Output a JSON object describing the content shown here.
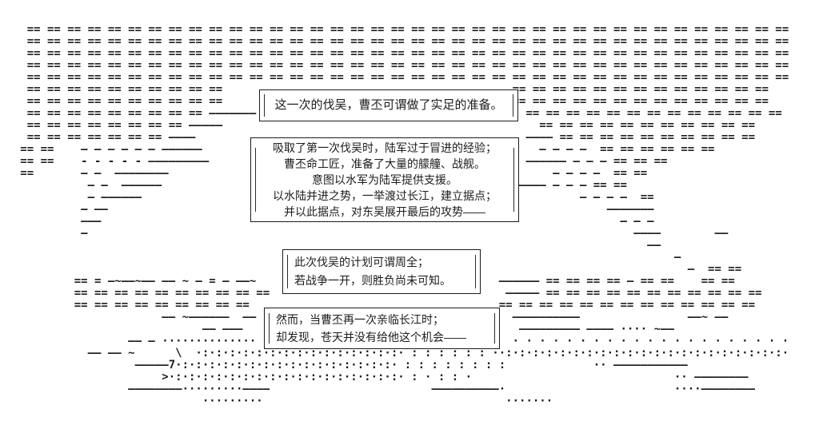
{
  "scene": {
    "colors": {
      "ink": "#1c1c1c",
      "background": "#ffffff"
    },
    "boxes": {
      "preparation": {
        "lines": [
          "这一次的伐吴，曹丕可谓做了实足的准备。"
        ]
      },
      "strategy": {
        "lines": [
          "吸取了第一次伐吴时，陆军过于冒进的经验；",
          "曹丕命工匠，准备了大量的艨艟、战舰。",
          "意图以水军为陆军提供支援。",
          "以水陆并进之势，一举渡过长江，建立据点；",
          "并以此据点，对东吴展开最后的攻势——"
        ]
      },
      "assessment": {
        "lines": [
          "此次伐吴的计划可谓周全；",
          "若战争一开，则胜负尚未可知。"
        ]
      },
      "twist": {
        "lines": [
          "然而，当曹丕再一次亲临长江时；",
          "却发现，苍天并没有给他这个机会——"
        ]
      }
    },
    "ascii_rows": [
      "",
      "",
      "    == == == == == == == == == == == == == == == == == == == == == == == == == == == == == == == == == == == == == == ",
      "    == == == == == == == == == == == == == == == == == == == == == == == == == == == == == == == == == == == == == == ",
      "    == == == == == == == == == == == == == == == == == == == == == == == == == == == == == == == == == == == == == == ",
      "    == == == == == == == == == == == == == == == == == == == == == == == == == == == == == == == == == == == == == == ",
      "    == == == == == == == == == == == == == == == == == == == == == == == == == == == == == == == == == == == == == == ",
      "    == == == == == == == == == ==                                           == == == == == == == == == == == == == ",
      "    == == == == == == == == == ==                                           == == == == == == == == == == == == == ",
      "    == == == == == == == == == ———————                                        == == == == == == == == == == == == == ",
      "    == == == == == == == == —————                                               == == == == == == == == == == == ",
      "    == == == == == == == ————                                                 ———— == == == == == == == == == == ",
      "   == ==    — — — — — — ——————                                                  — — — —  == == == == == == ",
      "   == ==    - - - - - —————————                                               —————— — — — == == == ",
      "   ==       — —  ————————                                                         — — — —  == ==",
      "             — —  ——————                                                ————————— — — — == ==",
      "             — ——————                                                                 — — — —  ==",
      "            — ——                                                                          ———————",
      "            ———                                                                             — — —",
      "            —                                                                                 ————        ——",
      "                                                                                                ——",
      "                                                                                                    —",
      "                                                                                                      —  == ==",
      "           == = —~——~—— —— ~ — = — ——~                                    —————— == == == == — == ==    == ==",
      "           == == == == == == == == == ==                                   ————— == == == == == == == == == == == ",
      "           == == == == == == == == ==                                     == == == == == == == == == == == == == ",
      "                        —— ~——————  ——                                      ——————————                ——~ ——",
      "                              —— ———                                         ————————— ———— ···· ~——",
      "                   —— — ··············                                      · · · · · · · · · · · · · · · · · · · · ·",
      "             —— —— ~      \\  ·:·:·:·:·:·:·:·:·:·:·:·:·:·:·:· : : : : : : ··:·:·:·:·:·:·:·:·:·:·:·:·:·:·:·:·:·:·:·:·:·",
      "                    —————7·:·:·:·:·:·:·:·:·:·:·:·:·:·:·:·:· : : : : : : : :             ·· ———————————",
      "                        >·:·:·:·:·:·:·:·:·:·:·:·:·:·:·:·:·:· : · : : ·                              ·· ————————",
      "                   ————————·········————                        ——————————·                         ····————————",
      "                              ·········                                    ·······",
      ""
    ]
  }
}
